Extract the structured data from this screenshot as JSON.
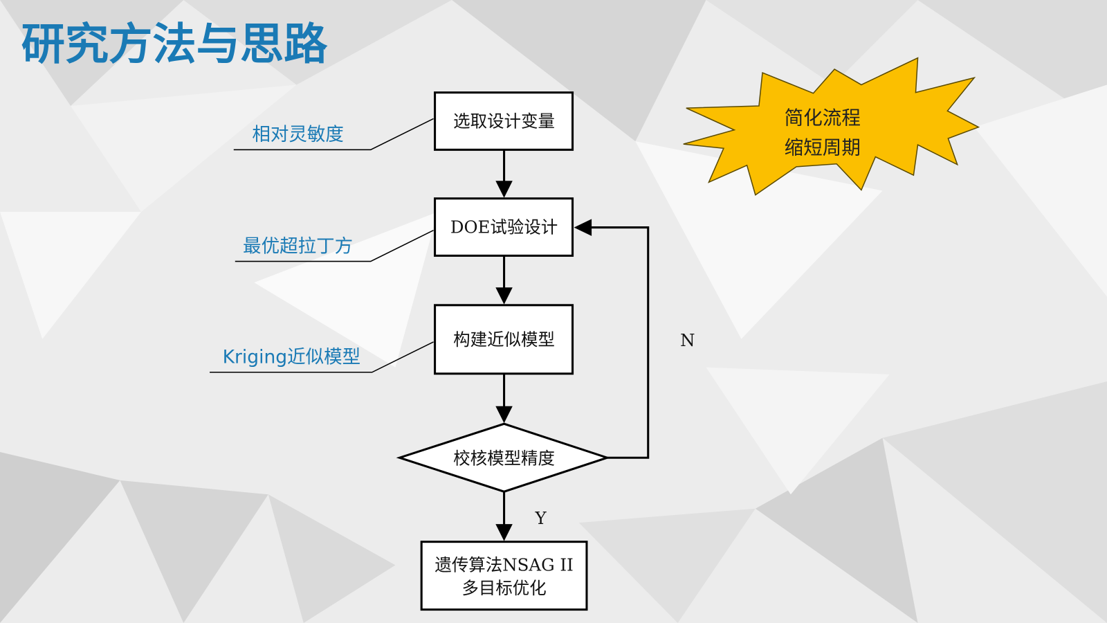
{
  "slide": {
    "title": "研究方法与思路",
    "flow": {
      "step1": "选取设计变量",
      "step2": "DOE试验设计",
      "step3": "构建近似模型",
      "decision": "校核模型精度",
      "step4_line1": "遗传算法NSAG II",
      "step4_line2": "多目标优化",
      "label_no": "N",
      "label_yes": "Y"
    },
    "annotations": {
      "a1": "相对灵敏度",
      "a2": "最优超拉丁方",
      "a3": "Kriging近似模型"
    },
    "callout": {
      "line1": "简化流程",
      "line2": "缩短周期",
      "color": "#fbbf00"
    },
    "colors": {
      "title": "#1a7ab5",
      "background": "#ececec"
    }
  }
}
